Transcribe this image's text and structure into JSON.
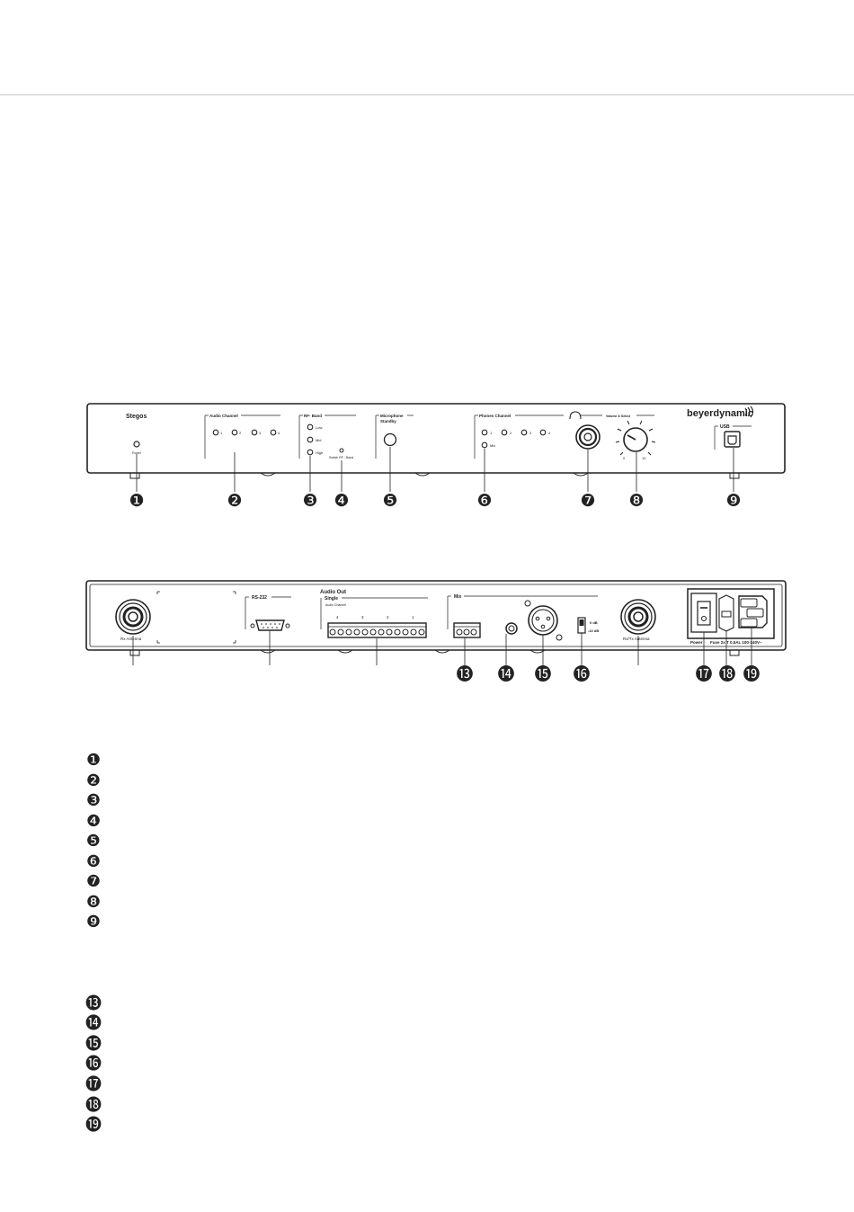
{
  "front": {
    "model": "Stegos",
    "power_label": "Power",
    "audio_channel_label": "Audio Channel",
    "audio_channels": [
      "1",
      "2",
      "3",
      "4"
    ],
    "rf_band_label": "RF- Band",
    "rf_bands": [
      "Low",
      "Mid",
      "High"
    ],
    "switch_rf_label": "Switch RF - Band",
    "mic_standby_label_1": "Microphone",
    "mic_standby_label_2": "Standby",
    "phones_channel_label": "Phones Channel",
    "phones_channels": [
      "1",
      "2",
      "3",
      "4"
    ],
    "mix_label": "Mix",
    "volume_label": "Volume & Select",
    "volume_min": "0",
    "volume_max": "10",
    "brand": "beyerdynamic",
    "usb_label": "USB"
  },
  "rear": {
    "rx_antenna_label": "Rx Antenna",
    "rs232_label": "RS-232",
    "audio_out_label": "Audio Out",
    "single_label": "Single",
    "audio_channel_label": "Audio Channel",
    "channel_numbers": [
      "4",
      "3",
      "2",
      "1"
    ],
    "mix_label": "Mix",
    "level_0db": "0 dB",
    "level_minus10db": "-10 dB",
    "rxtx_antenna_label": "Rx/Tx Antenna",
    "power_label": "Power",
    "fuse_label": "Fuse 2x T 0,5AL 100-240V~"
  },
  "callouts": {
    "front": [
      "❶",
      "❷",
      "❸",
      "❹",
      "❺",
      "❻",
      "❼",
      "❽",
      "❾"
    ],
    "rear": [
      "⓭",
      "⓮",
      "⓯",
      "⓰",
      "⓱",
      "⓲",
      "⓳"
    ]
  },
  "legend": {
    "group1": [
      "❶",
      "❷",
      "❸",
      "❹",
      "❺",
      "❻",
      "❼",
      "❽",
      "❾"
    ],
    "group2": [
      "⓭",
      "⓮",
      "⓯",
      "⓰",
      "⓱",
      "⓲",
      "⓳"
    ]
  }
}
